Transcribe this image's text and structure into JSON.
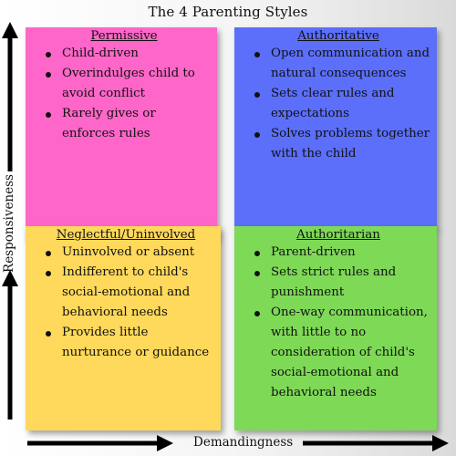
{
  "title": "The 4 Parenting Styles",
  "axes": {
    "y_label": "Responsiveness",
    "x_label": "Demandingness"
  },
  "quadrants": {
    "permissive": {
      "heading": "Permissive",
      "color": "#ff66c9",
      "items": [
        "Child-driven",
        "Overindulges child to avoid conflict",
        "Rarely gives or enforces rules"
      ]
    },
    "authoritative": {
      "heading": "Authoritative",
      "color": "#5b6ffb",
      "items": [
        "Open communication and natural consequences",
        "Sets clear rules and expectations",
        "Solves problems together with the child"
      ]
    },
    "neglectful": {
      "heading": "Neglectful/Uninvolved",
      "color": "#ffd95b",
      "items": [
        "Uninvolved or absent",
        "Indifferent to child's social-emotional and behavioral needs",
        "Provides little nurturance or guidance"
      ]
    },
    "authoritarian": {
      "heading": "Authoritarian",
      "color": "#7ed957",
      "items": [
        "Parent-driven",
        "Sets strict rules and punishment",
        "One-way communication, with little to no consideration of child's social-emotional and behavioral needs"
      ]
    }
  }
}
